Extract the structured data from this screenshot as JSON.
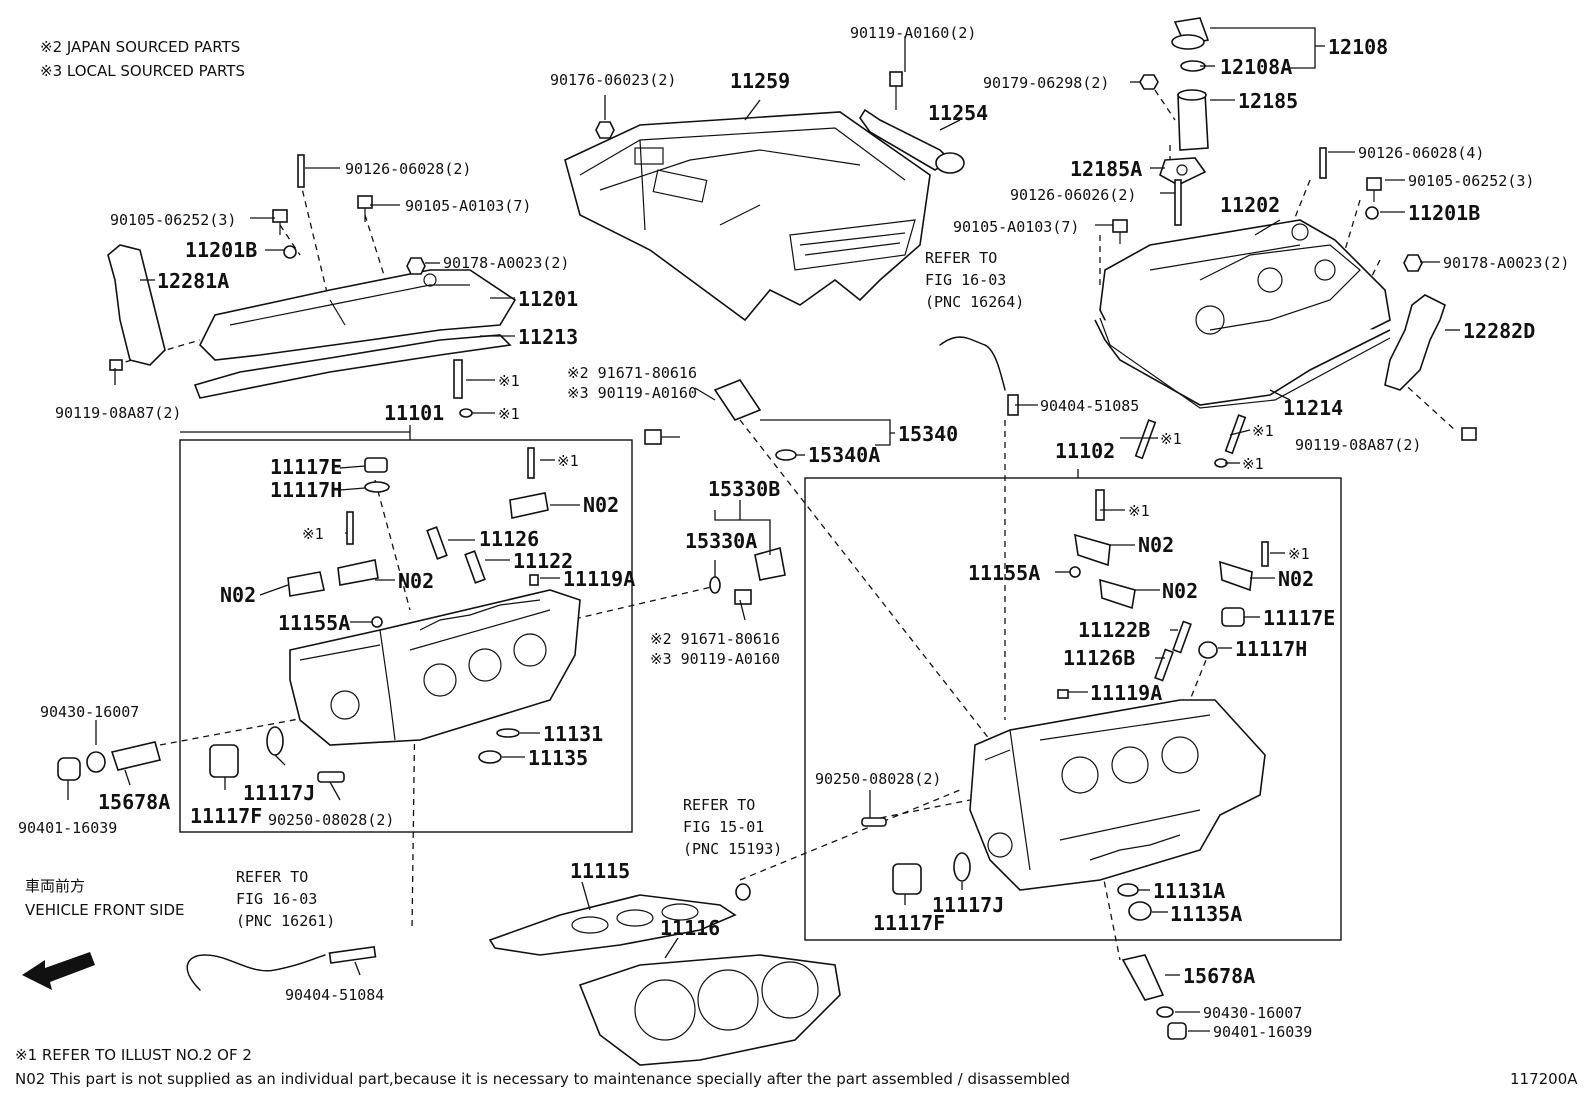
{
  "notes": {
    "japan": "※2 JAPAN SOURCED PARTS",
    "local": "※3 LOCAL SOURCED PARTS",
    "front_jp": "車両前方",
    "front_en": "VEHICLE FRONT SIDE",
    "foot1": "※1 REFER TO ILLUST NO.2 OF 2",
    "foot2": "N02 This part is not supplied as an individual part,because it is necessary to maintenance specially after the part assembled / disassembled",
    "fig_id": "117200A"
  },
  "refers": [
    {
      "l1": "REFER TO",
      "l2": "FIG 16-03",
      "l3": "(PNC 16264)"
    },
    {
      "l1": "REFER TO",
      "l2": "FIG 15-01",
      "l3": "(PNC 15193)"
    },
    {
      "l1": "REFER TO",
      "l2": "FIG 16-03",
      "l3": "(PNC 16261)"
    }
  ],
  "parts": [
    "90119-A0160(2)",
    "12108",
    "12108A",
    "90179-06298(2)",
    "12185",
    "12185A",
    "90126-06026(2)",
    "90105-A0103(7)",
    "11202",
    "90126-06028(4)",
    "90105-06252(3)",
    "11201B",
    "90178-A0023(2)",
    "12282D",
    "11214",
    "90119-08A87(2)",
    "90404-51085",
    "11102",
    "90176-06023(2)",
    "11259",
    "11254",
    "90126-06028(2)",
    "90105-06252(3)",
    "90105-A0103(7)",
    "11201B",
    "90178-A0023(2)",
    "12281A",
    "11201",
    "11213",
    "90119-08A87(2)",
    "※1",
    "※1",
    "11101",
    "※2 91671-80616",
    "※3 90119-A0160",
    "15340A",
    "15340",
    "15330B",
    "15330A",
    "※2 91671-80616",
    "※3 90119-A0160",
    "11117E",
    "11117H",
    "※1",
    "N02",
    "※1",
    "11126",
    "11122",
    "N02",
    "N02",
    "11119A",
    "11155A",
    "90430-16007",
    "11131",
    "11135",
    "15678A",
    "90401-16039",
    "11117F",
    "11117J",
    "90250-08028(2)",
    "11115",
    "11116",
    "90404-51084",
    "※1",
    "※1",
    "※1",
    "※1",
    "N02",
    "11155A",
    "N02",
    "※1",
    "N02",
    "11117E",
    "11122B",
    "11126B",
    "11117H",
    "11119A",
    "90250-08028(2)",
    "11117F",
    "11117J",
    "11131A",
    "11135A",
    "15678A",
    "90430-16007",
    "90401-16039"
  ]
}
